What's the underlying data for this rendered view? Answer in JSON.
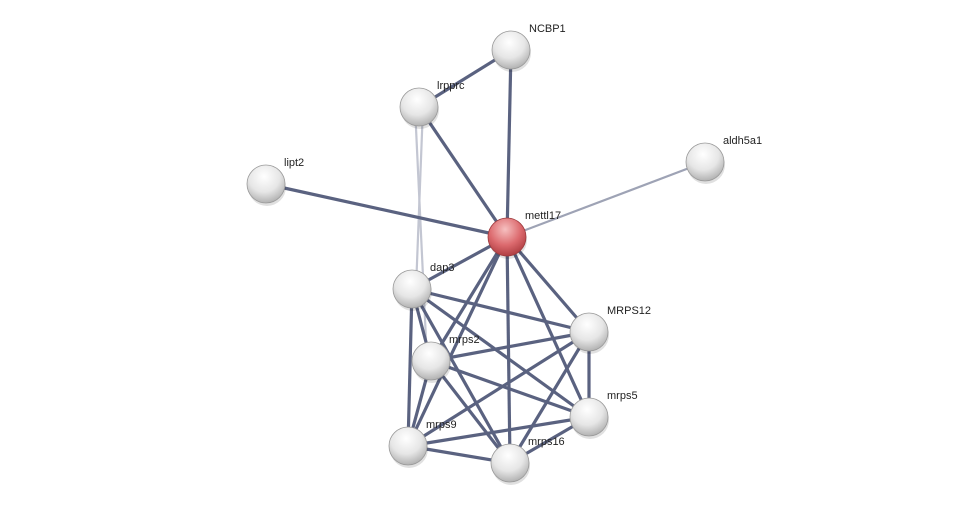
{
  "network": {
    "nodes": [
      {
        "id": "NCBP1",
        "label": "NCBP1",
        "query": false
      },
      {
        "id": "lrpprc",
        "label": "lrpprc",
        "query": false
      },
      {
        "id": "aldh5a1",
        "label": "aldh5a1",
        "query": false
      },
      {
        "id": "lipt2",
        "label": "lipt2",
        "query": false
      },
      {
        "id": "mettl17",
        "label": "mettl17",
        "query": true
      },
      {
        "id": "dap3",
        "label": "dap3",
        "query": false
      },
      {
        "id": "MRPS12",
        "label": "MRPS12",
        "query": false
      },
      {
        "id": "mrps2",
        "label": "mrps2",
        "query": false
      },
      {
        "id": "mrps5",
        "label": "mrps5",
        "query": false
      },
      {
        "id": "mrps9",
        "label": "mrps9",
        "query": false
      },
      {
        "id": "mrps16",
        "label": "mrps16",
        "query": false
      }
    ],
    "edges": [
      [
        "NCBP1",
        "lrpprc",
        "strong"
      ],
      [
        "NCBP1",
        "mettl17",
        "strong"
      ],
      [
        "lrpprc",
        "mettl17",
        "strong"
      ],
      [
        "lrpprc",
        "dap3",
        "weak"
      ],
      [
        "lrpprc",
        "mrps2",
        "weak"
      ],
      [
        "aldh5a1",
        "mettl17",
        "medium"
      ],
      [
        "lipt2",
        "mettl17",
        "strong"
      ],
      [
        "mettl17",
        "dap3",
        "strong"
      ],
      [
        "mettl17",
        "mrps2",
        "strong"
      ],
      [
        "mettl17",
        "MRPS12",
        "strong"
      ],
      [
        "mettl17",
        "mrps5",
        "strong"
      ],
      [
        "mettl17",
        "mrps9",
        "strong"
      ],
      [
        "mettl17",
        "mrps16",
        "strong"
      ],
      [
        "dap3",
        "mrps2",
        "strong"
      ],
      [
        "dap3",
        "MRPS12",
        "strong"
      ],
      [
        "dap3",
        "mrps5",
        "strong"
      ],
      [
        "dap3",
        "mrps9",
        "strong"
      ],
      [
        "dap3",
        "mrps16",
        "strong"
      ],
      [
        "mrps2",
        "MRPS12",
        "strong"
      ],
      [
        "mrps2",
        "mrps5",
        "strong"
      ],
      [
        "mrps2",
        "mrps9",
        "strong"
      ],
      [
        "mrps2",
        "mrps16",
        "strong"
      ],
      [
        "MRPS12",
        "mrps5",
        "strong"
      ],
      [
        "MRPS12",
        "mrps9",
        "strong"
      ],
      [
        "MRPS12",
        "mrps16",
        "strong"
      ],
      [
        "mrps5",
        "mrps9",
        "strong"
      ],
      [
        "mrps5",
        "mrps16",
        "strong"
      ],
      [
        "mrps9",
        "mrps16",
        "strong"
      ]
    ],
    "colors": {
      "edge_strong": "#5a6280",
      "edge_medium": "#9ea3b5",
      "edge_weak": "#c3c6d2",
      "query_node": "#d9595e",
      "node": "#e4e4e4"
    }
  }
}
